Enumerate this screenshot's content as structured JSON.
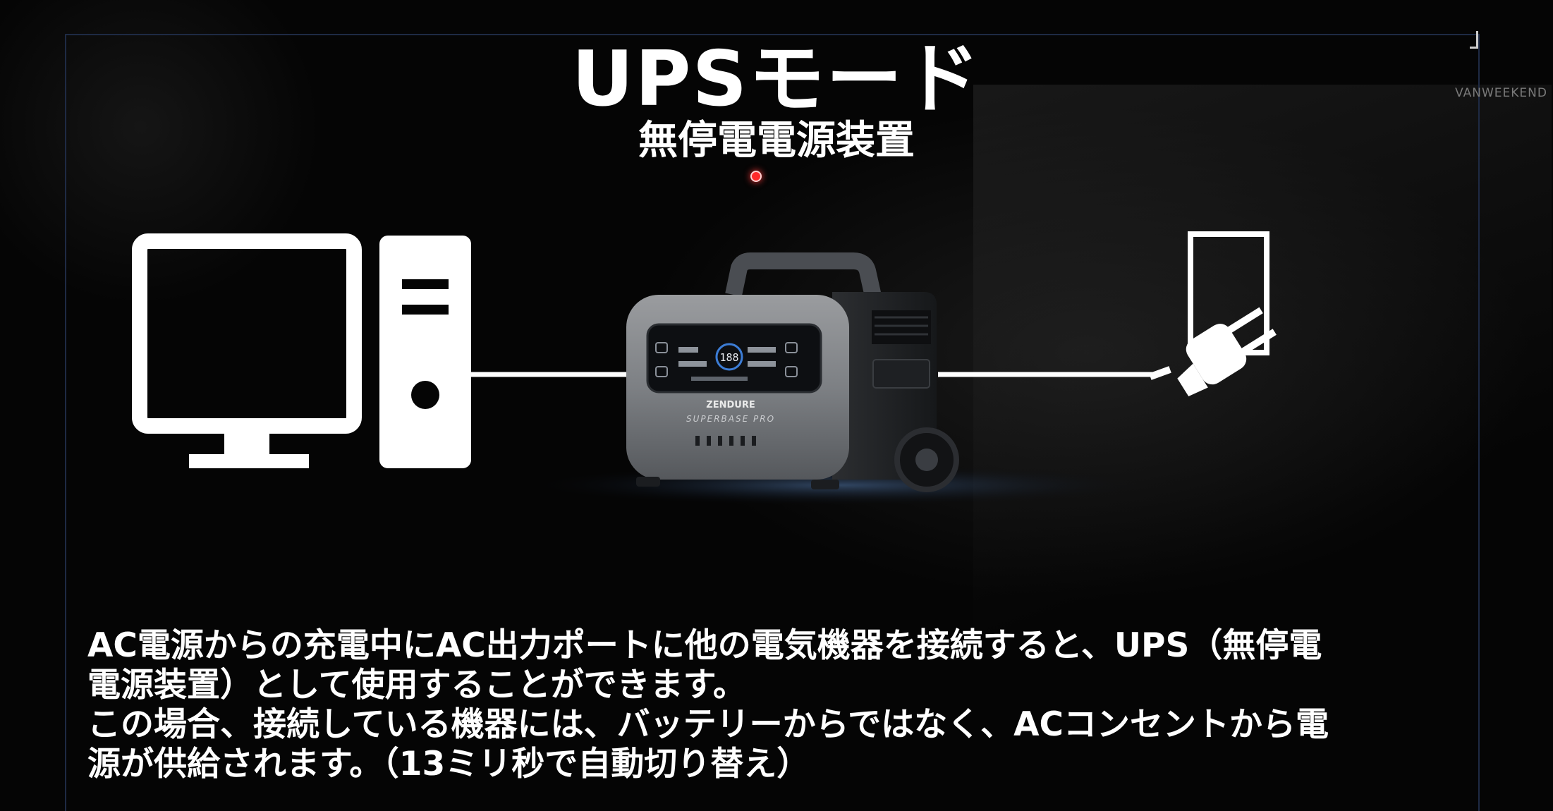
{
  "corner_brand": "VANWEEKEND",
  "title": "UPSモード",
  "subtitle": "無停電電源装置",
  "diagram": {
    "computer_icon": "desktop-computer-icon",
    "power_station_icon": "portable-power-station",
    "plug_icon": "ac-plug-outlet-icon",
    "device_brand": "ZENDURE",
    "device_model": "SUPERBASE PRO",
    "display_readout": "188"
  },
  "description": {
    "line1": "AC電源からの充電中にAC出力ポートに他の電気機器を接続すると、UPS（無停電",
    "line2": "電源装置）として使用することができます。",
    "line3": " この場合、接続している機器には、バッテリーからではなく、ACコンセントから電",
    "line4": "源が供給されます。（13ミリ秒で自動切り替え）"
  }
}
